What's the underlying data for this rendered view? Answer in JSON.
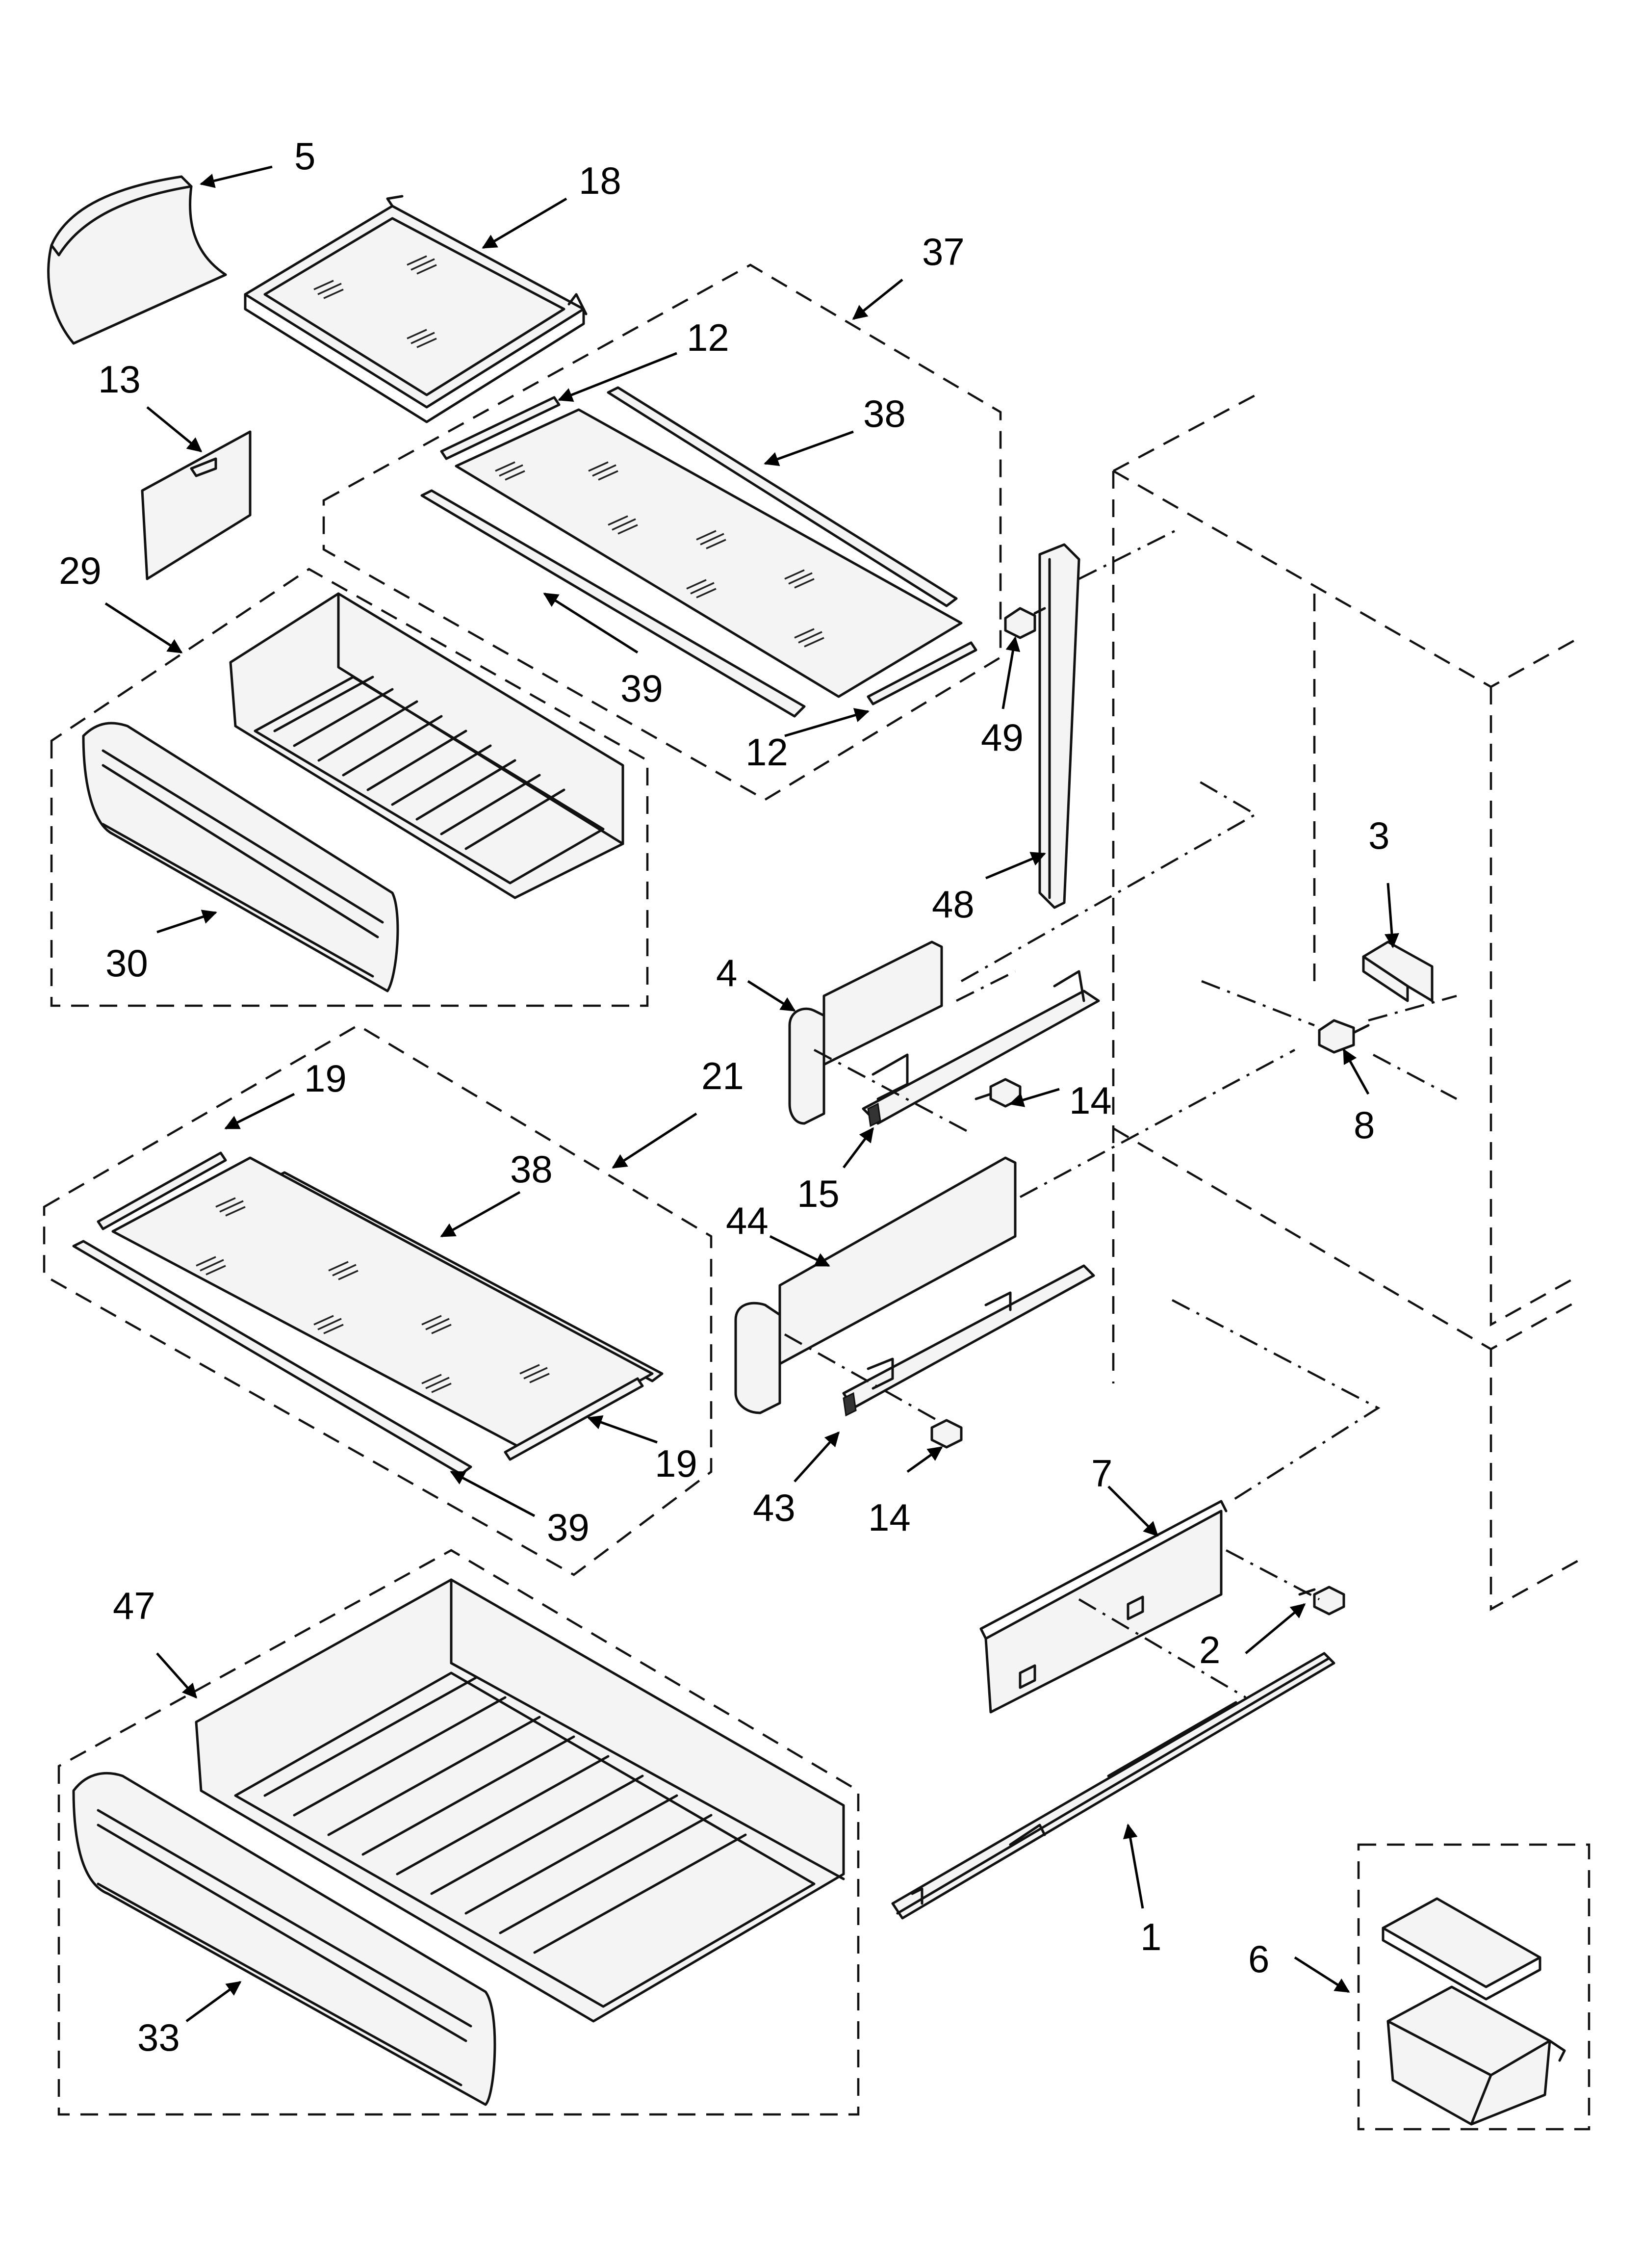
{
  "diagram": {
    "callouts": {
      "c5": "5",
      "c18": "18",
      "c37": "37",
      "c12a": "12",
      "c13": "13",
      "c38a": "38",
      "c29": "29",
      "c39a": "39",
      "c12b": "12",
      "c49": "49",
      "c48": "48",
      "c3": "3",
      "c4": "4",
      "c30": "30",
      "c8": "8",
      "c14a": "14",
      "c15": "15",
      "c19a": "19",
      "c21": "21",
      "c38b": "38",
      "c44": "44",
      "c19b": "19",
      "c39b": "39",
      "c43": "43",
      "c14b": "14",
      "c7": "7",
      "c47": "47",
      "c2": "2",
      "c1": "1",
      "c6": "6",
      "c33": "33"
    }
  }
}
